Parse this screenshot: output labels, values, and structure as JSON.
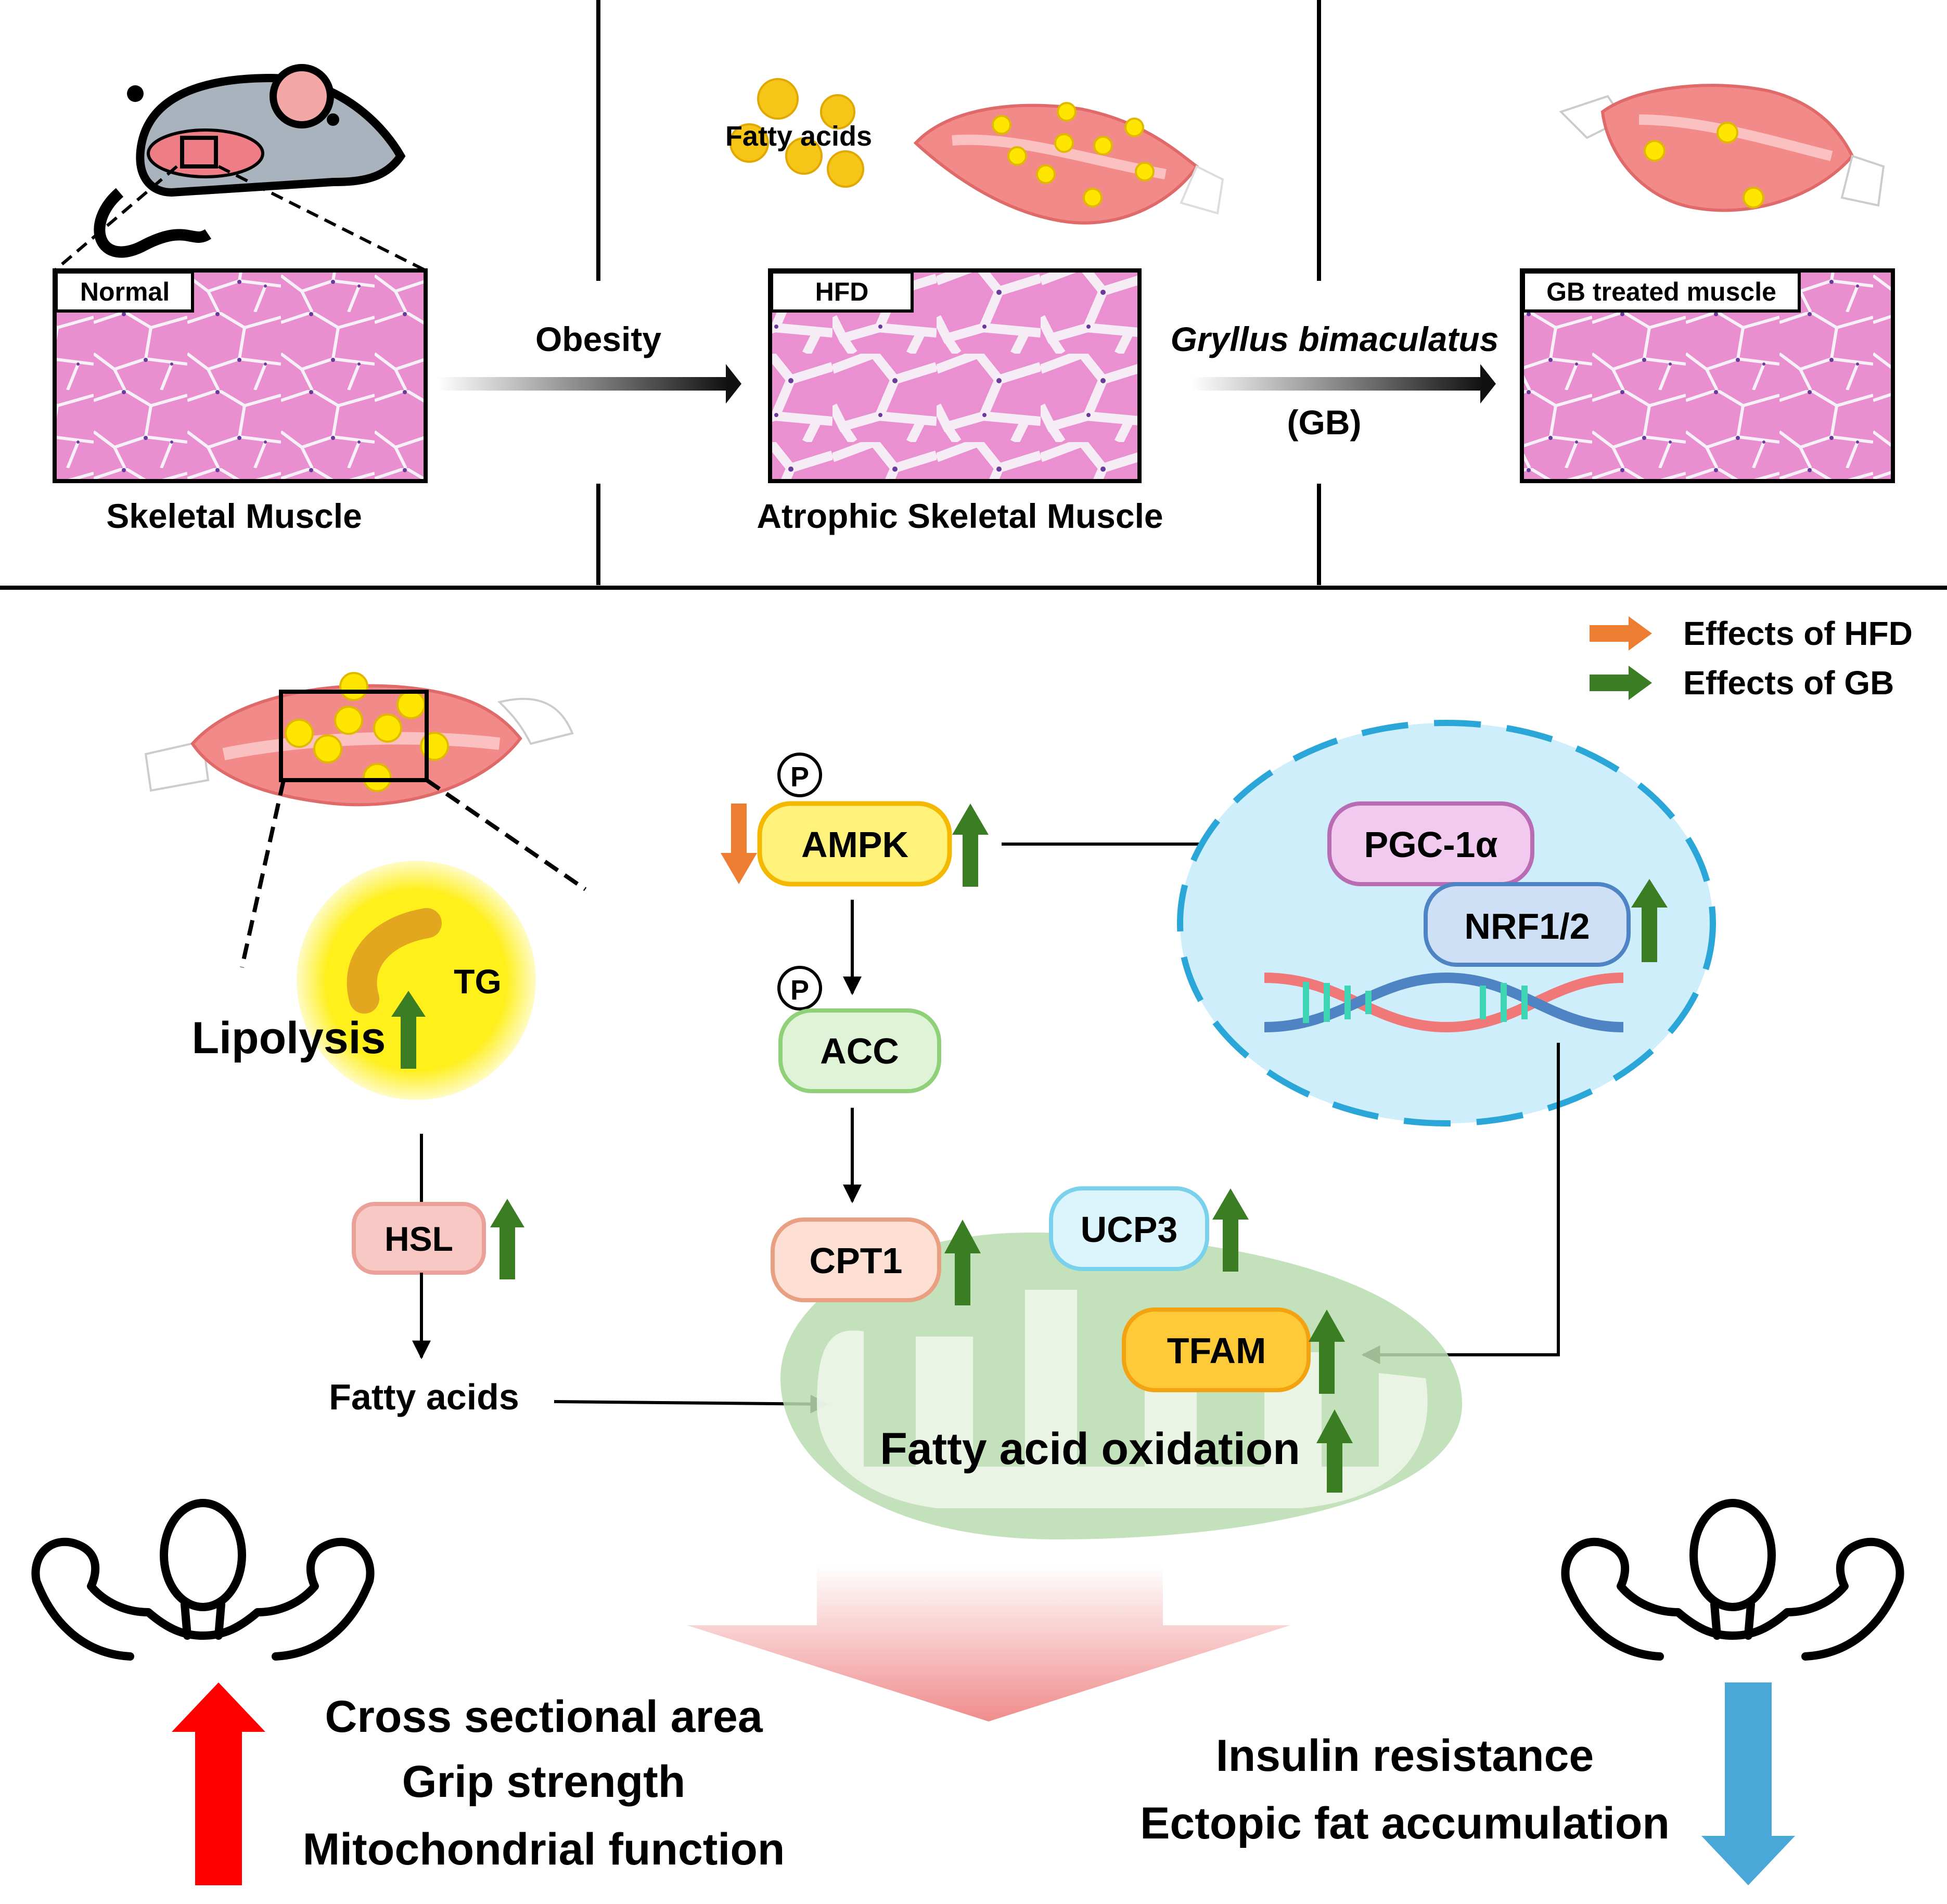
{
  "top_panel": {
    "normal_label": "Normal",
    "hfd_label": "HFD",
    "gb_label": "GB treated muscle",
    "skeletal_muscle": "Skeletal Muscle",
    "atrophic_muscle": "Atrophic Skeletal Muscle",
    "obesity": "Obesity",
    "gb_species": "Gryllus bimaculatus",
    "gb_abbrev": "(GB)",
    "fatty_acids": "Fatty acids"
  },
  "legend": {
    "hfd": "Effects of HFD",
    "gb": "Effects of GB",
    "hfd_color": "#ed7d31",
    "gb_color": "#3a7d22"
  },
  "pathway": {
    "p_symbol": "P",
    "ampk": "AMPK",
    "acc": "ACC",
    "cpt1": "CPT1",
    "ucp3": "UCP3",
    "tfam": "TFAM",
    "pgc": "PGC-1α",
    "nrf": "NRF1/2",
    "hsl": "HSL",
    "tg": "TG",
    "lipolysis": "Lipolysis",
    "fatty_acids": "Fatty acids",
    "fao": "Fatty acid oxidation"
  },
  "outcomes": {
    "increase": [
      "Cross sectional area",
      "Grip strength",
      "Mitochondrial function"
    ],
    "decrease": [
      "Insulin resistance",
      "Ectopic fat accumulation"
    ],
    "increase_color": "#ff0000",
    "decrease_color": "#4aa8d8"
  }
}
